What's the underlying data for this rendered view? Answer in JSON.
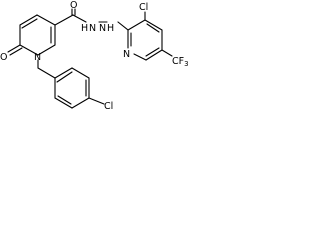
{
  "molecule": {
    "atoms": {
      "o_carbonyl": "O",
      "hn_first": "H",
      "n_hydrazide_1": "N",
      "n_hydrazide_2": "N",
      "hn_second": "H",
      "cl_pyridine": "Cl",
      "n_pyridine": "N",
      "cf3_label": "CF",
      "cf3_subscript": "3",
      "o_pyridone": "O",
      "n_pyridone": "N",
      "cl_phenyl": "Cl"
    }
  }
}
